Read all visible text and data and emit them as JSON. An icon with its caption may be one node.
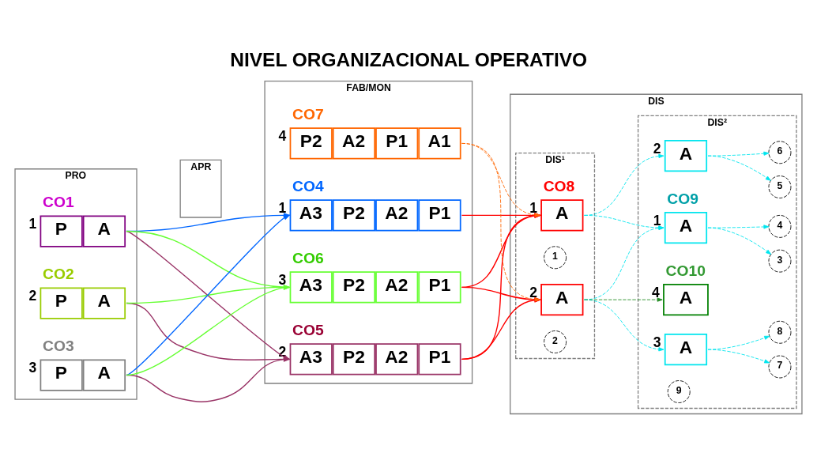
{
  "diagram": {
    "title": "NIVEL ORGANIZACIONAL OPERATIVO",
    "nodes": [
      {
        "text": [
          "PRO"
        ]
      },
      {
        "text": [
          "CO1",
          "P",
          "A"
        ],
        "in": 0,
        "beside": [
          "1"
        ]
      },
      {
        "text": [
          "CO2",
          "P",
          "A"
        ],
        "in": 0,
        "beside": [
          "2"
        ]
      },
      {
        "text": [
          "CO3",
          "P",
          "A"
        ],
        "in": 0,
        "beside": [
          "3"
        ]
      },
      {
        "text": [
          "APR"
        ]
      },
      {
        "text": [
          "FAB/MON"
        ]
      },
      {
        "text": [
          "CO4",
          "A3",
          "P2",
          "A2",
          "P1"
        ],
        "in": 5,
        "beside": [
          "1"
        ]
      },
      {
        "text": [
          "CO5",
          "A3",
          "P2",
          "A2",
          "P1"
        ],
        "in": 5,
        "beside": [
          "2"
        ]
      },
      {
        "text": [
          "CO6",
          "A3",
          "P2",
          "A2",
          "P1"
        ],
        "in": 5,
        "beside": [
          "3"
        ]
      },
      {
        "text": [
          "CO7",
          "P2",
          "A2",
          "P1",
          "A1"
        ],
        "in": 5,
        "beside": [
          "4"
        ]
      },
      {
        "text": [
          "DIS"
        ]
      },
      {
        "text": [
          "DIS¹"
        ],
        "in": 10
      },
      {
        "text": [
          "CO8",
          "A"
        ],
        "in": 11,
        "beside": [
          "1"
        ]
      },
      {
        "text": [
          "1"
        ],
        "in": 11
      },
      {
        "text": [
          "A"
        ],
        "in": 11,
        "beside": [
          "2"
        ]
      },
      {
        "text": [
          "2"
        ],
        "in": 11
      },
      {
        "text": [
          "DIS²"
        ],
        "in": 10
      },
      {
        "text": [
          "CO9",
          "A"
        ],
        "in": 16,
        "beside": [
          "1"
        ]
      },
      {
        "text": [
          "A"
        ],
        "in": 16,
        "beside": [
          "2"
        ]
      },
      {
        "text": [
          "A"
        ],
        "in": 16,
        "beside": [
          "3"
        ]
      },
      {
        "text": [
          "CO10",
          "A"
        ],
        "in": 16,
        "beside": [
          "4"
        ]
      },
      {
        "text": [
          "9"
        ],
        "in": 16
      },
      {
        "text": [
          "3"
        ],
        "in": 16
      },
      {
        "text": [
          "4"
        ],
        "in": 16
      },
      {
        "text": [
          "5"
        ],
        "in": 16
      },
      {
        "text": [
          "6"
        ],
        "in": 16
      },
      {
        "text": [
          "7"
        ],
        "in": 16
      },
      {
        "text": [
          "8"
        ],
        "in": 16
      }
    ],
    "edges": [
      {
        "from": 1,
        "to": 6,
        "arrow": "to",
        "color": "#0066ff"
      },
      {
        "from": 1,
        "to": 7,
        "arrow": "to",
        "color": "#993366"
      },
      {
        "from": 1,
        "to": 8,
        "arrow": "to",
        "color": "#66ff33"
      },
      {
        "from": 2,
        "to": 7,
        "arrow": "to",
        "color": "#993366"
      },
      {
        "from": 2,
        "to": 8,
        "arrow": "to",
        "color": "#66ff33"
      },
      {
        "from": 3,
        "to": 6,
        "arrow": "to",
        "color": "#0066ff"
      },
      {
        "from": 3,
        "to": 7,
        "arrow": "to",
        "color": "#993366"
      },
      {
        "from": 3,
        "to": 8,
        "arrow": "to",
        "color": "#66ff33"
      },
      {
        "from": 6,
        "to": 12,
        "arrow": "to",
        "color": "#ff0000"
      },
      {
        "from": 7,
        "to": 12,
        "arrow": "to",
        "color": "#ff0000"
      },
      {
        "from": 7,
        "to": 14,
        "arrow": "to",
        "color": "#ff0000"
      },
      {
        "from": 8,
        "to": 12,
        "arrow": "to",
        "color": "#ff0000"
      },
      {
        "from": 8,
        "to": 14,
        "arrow": "to",
        "color": "#ff0000"
      },
      {
        "from": 9,
        "to": 12,
        "arrow": "to",
        "style": "dashed",
        "color": "#ff6600"
      },
      {
        "from": 9,
        "to": 14,
        "arrow": "to",
        "style": "dashed",
        "color": "#ff6600"
      },
      {
        "from": 12,
        "to": 17,
        "arrow": "to",
        "style": "dashed",
        "color": "#00e5ee"
      },
      {
        "from": 12,
        "to": 18,
        "arrow": "to",
        "style": "dashed",
        "color": "#00e5ee"
      },
      {
        "from": 14,
        "to": 17,
        "arrow": "to",
        "style": "dashed",
        "color": "#00e5ee"
      },
      {
        "from": 14,
        "to": 19,
        "arrow": "to",
        "style": "dashed",
        "color": "#00e5ee"
      },
      {
        "from": 14,
        "to": 20,
        "arrow": "to",
        "style": "dashed",
        "color": "#228b22"
      },
      {
        "from": 17,
        "to": 22,
        "arrow": "to",
        "style": "dashed",
        "color": "#00e5ee"
      },
      {
        "from": 17,
        "to": 23,
        "arrow": "to",
        "style": "dashed",
        "color": "#00e5ee"
      },
      {
        "from": 18,
        "to": 24,
        "arrow": "to",
        "style": "dashed",
        "color": "#00e5ee"
      },
      {
        "from": 18,
        "to": 25,
        "arrow": "to",
        "style": "dashed",
        "color": "#00e5ee"
      },
      {
        "from": 19,
        "to": 26,
        "arrow": "to",
        "style": "dashed",
        "color": "#00e5ee"
      },
      {
        "from": 19,
        "to": 27,
        "arrow": "to",
        "style": "dashed",
        "color": "#00e5ee"
      }
    ]
  }
}
